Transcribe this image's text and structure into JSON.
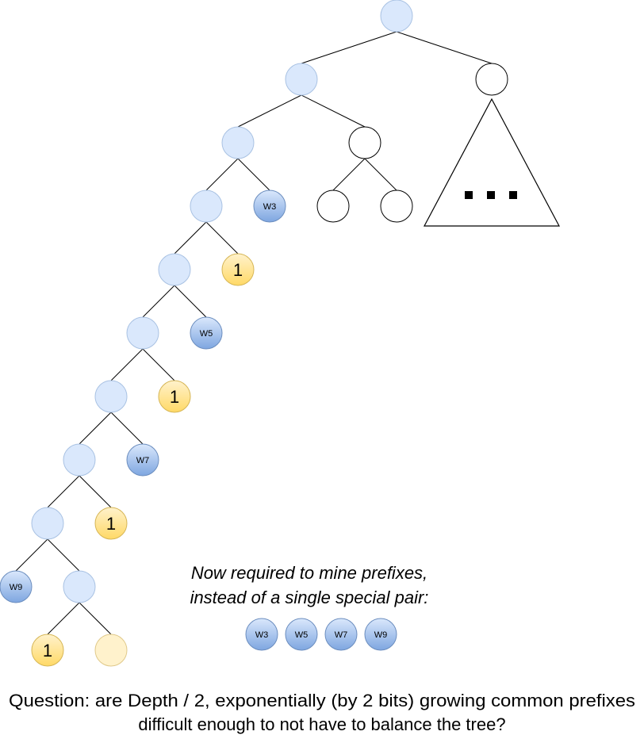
{
  "caption": {
    "line1": "Now required to mine prefixes,",
    "line2": "instead of a single special pair:"
  },
  "legend": [
    "W3",
    "W5",
    "W7",
    "W9"
  ],
  "question": {
    "line1": "Question: are Depth / 2, exponentially (by 2 bits) growing common prefixes",
    "line2": "difficult enough to not have to balance the tree?"
  },
  "labels": {
    "w3": "W3",
    "w5": "W5",
    "w7": "W7",
    "w9": "W9",
    "one": "1"
  },
  "colors": {
    "light_blue": "#dae8fc",
    "light_blue_stroke": "#9fb8d8",
    "blue_top": "#dae8fc",
    "blue_bottom": "#7ea6e0",
    "blue_stroke": "#6c8ebf",
    "yellow_top": "#fff2cc",
    "yellow_bottom": "#ffd966",
    "yellow_stroke": "#d6b656",
    "pale_yellow": "#fff2cc",
    "white": "#ffffff",
    "black": "#000000"
  }
}
